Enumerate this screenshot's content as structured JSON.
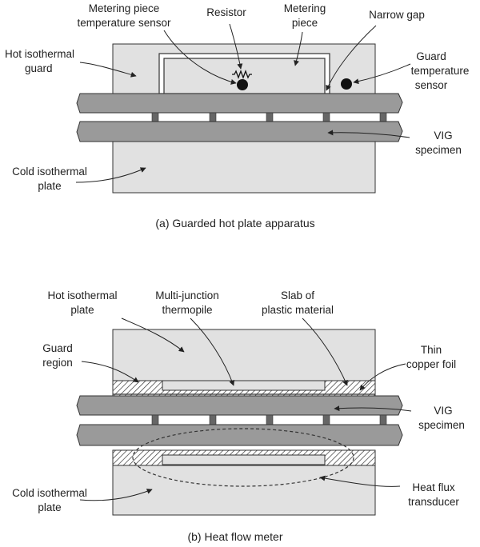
{
  "colors": {
    "plate": "#e1e1e1",
    "glass": "#9a9a9a",
    "outline": "#333333",
    "text": "#222222",
    "sensor": "#111111"
  },
  "panel_a": {
    "labels": {
      "metering_sensor_1": "Metering piece",
      "metering_sensor_2": "temperature sensor",
      "resistor": "Resistor",
      "metering_piece_1": "Metering",
      "metering_piece_2": "piece",
      "narrow_gap": "Narrow gap",
      "hot_guard_1": "Hot isothermal",
      "hot_guard_2": "guard",
      "guard_sensor_1": "Guard",
      "guard_sensor_2": "temperature",
      "guard_sensor_3": "sensor",
      "vig_1": "VIG",
      "vig_2": "specimen",
      "cold_plate_1": "Cold isothermal",
      "cold_plate_2": "plate"
    },
    "caption": "(a) Guarded hot plate apparatus"
  },
  "panel_b": {
    "labels": {
      "hot_plate_1": "Hot isothermal",
      "hot_plate_2": "plate",
      "thermopile_1": "Multi-junction",
      "thermopile_2": "thermopile",
      "slab_1": "Slab of",
      "slab_2": "plastic material",
      "guard_region_1": "Guard",
      "guard_region_2": "region",
      "foil_1": "Thin",
      "foil_2": "copper foil",
      "vig_1": "VIG",
      "vig_2": "specimen",
      "cold_plate_1": "Cold isothermal",
      "cold_plate_2": "plate",
      "transducer_1": "Heat flux",
      "transducer_2": "transducer"
    },
    "caption": "(b) Heat flow meter"
  }
}
